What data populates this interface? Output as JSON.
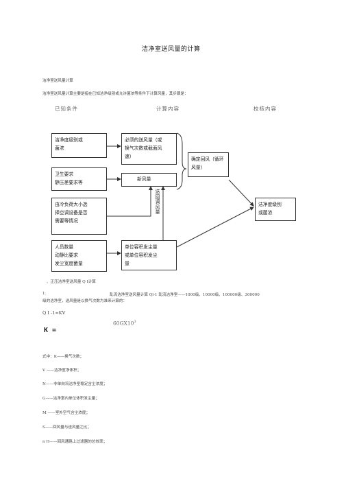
{
  "doc": {
    "title": "洁净室送风量的计算",
    "subtitle": "洁净室送风量计算",
    "intro": "洁净室送风量计算主要是指在已知洁净级别或允许菌浓等条件下计算风量，其步骤是：",
    "columns": [
      "已知条件",
      "计算内容",
      "校核内容"
    ]
  },
  "diagram": {
    "known": [
      [
        "洁净度级别或",
        "菌浓"
      ],
      [
        "卫生要求",
        "静压差要求等"
      ],
      [
        "由冷负荷大小选",
        "择空调设备是否",
        "需要等情况"
      ],
      [
        "人员数量",
        "动静比要求",
        "发尘宽度菌量"
      ]
    ],
    "calc": [
      [
        "必须的送风量（或",
        "换气次数或截面风",
        "速）"
      ],
      [
        "新风量"
      ],
      [
        "单位容积发尘量",
        "或单位容积发尘",
        "量"
      ]
    ],
    "vertical_label": "送回调风量",
    "determine": [
      "确定回风（循环",
      "风量）"
    ],
    "check": [
      "洁净度级别",
      "或菌浓"
    ]
  },
  "content": {
    "section_heading": "、正压洁净室送风量 Q I计算",
    "item1_num": "1.",
    "item1_text": "乱流洁净室送风量计算    Ql-1 乱流洁净室——1000级、10000级、100000级、300000",
    "item1_line2": "级的洁净室，送风量是以换气次数为准来计算的：",
    "formula_line": "Q I -1=KV",
    "formula_frac": "60GX10",
    "formula_sup": "3",
    "formula_K": "K =",
    "where_lines": [
      "式中：K——换气次数；",
      "V ——洁净室净体积；",
      "N——非单向流洁净室稳定含尘浓度；",
      "G——洁净室内单位体积发尘量；",
      "M ——室外空气含尘浓度；",
      "S——回风量与送风量之比；",
      "n H——回风通路上过滤器的总效率；"
    ]
  }
}
